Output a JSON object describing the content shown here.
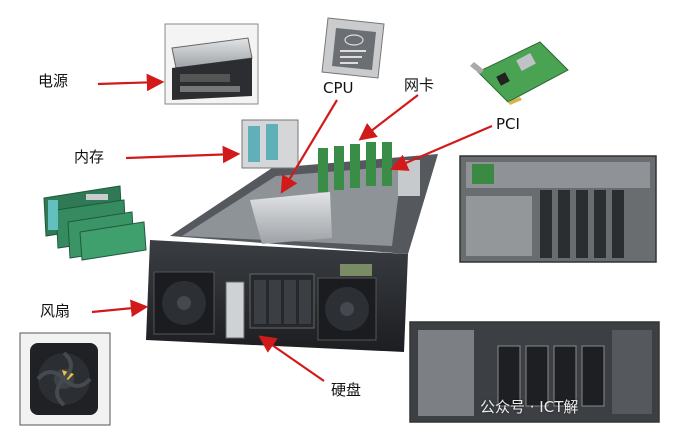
{
  "labels": {
    "power": "电源",
    "memory": "内存",
    "fan": "风扇",
    "cpu": "CPU",
    "nic": "网卡",
    "pci": "PCI",
    "disk": "硬盘"
  },
  "watermark": "公众号 · ICT解",
  "colors": {
    "arrow": "#d31a1a",
    "chassis": "#2c2f33",
    "metal": "#b9bcc0",
    "pcb_green": "#3f8f4a",
    "frame": "#444444"
  }
}
